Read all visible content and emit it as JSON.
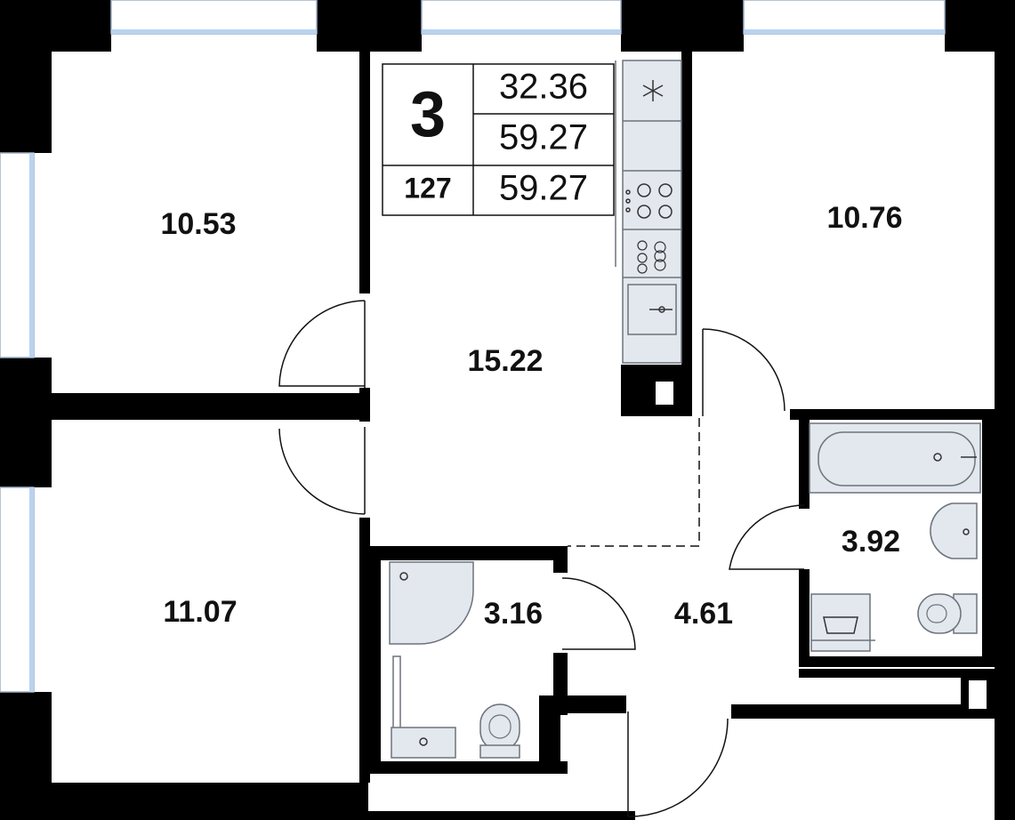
{
  "summary": {
    "rooms_count": "3",
    "living_area": "32.36",
    "total_area": "59.27",
    "apartment_number": "127",
    "price_area": "59.27"
  },
  "rooms": [
    {
      "id": "bedroom-top-left",
      "area": "10.53"
    },
    {
      "id": "bedroom-top-right",
      "area": "10.76"
    },
    {
      "id": "kitchen-living",
      "area": "15.22"
    },
    {
      "id": "bedroom-bottom-left",
      "area": "11.07"
    },
    {
      "id": "bathroom-left",
      "area": "3.16"
    },
    {
      "id": "hallway",
      "area": "4.61"
    },
    {
      "id": "bathroom-right",
      "area": "3.92"
    }
  ],
  "colors": {
    "wall": "#000000",
    "fixture_fill": "#e3e7ee",
    "window_glass": "#b9d3f0",
    "line": "#111111"
  },
  "icons": [
    "snowflake-icon",
    "stove-icon",
    "sink-icon",
    "bathtub-icon",
    "toilet-icon",
    "shower-icon",
    "washing-machine-icon"
  ]
}
